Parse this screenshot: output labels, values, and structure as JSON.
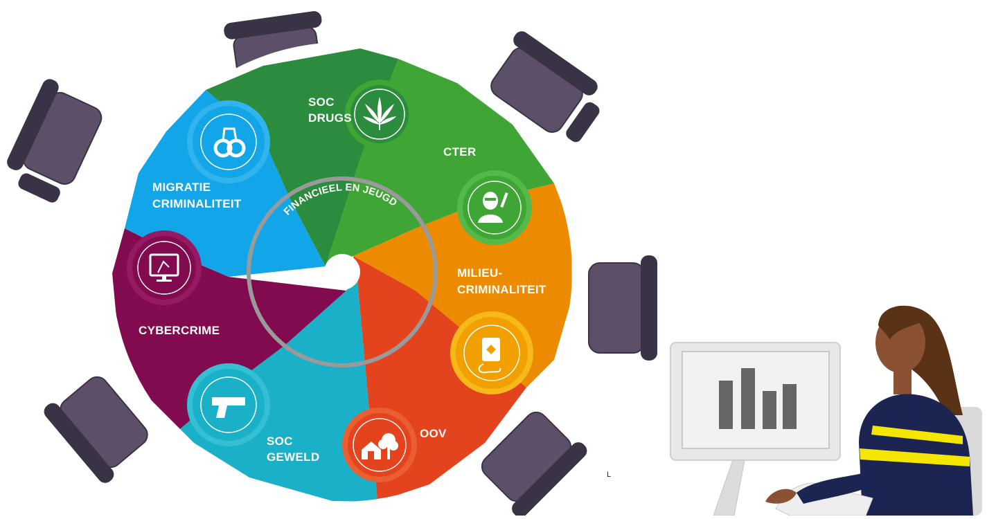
{
  "diagram": {
    "center_label": "FINANCIEEL EN JEUGD",
    "segments": [
      {
        "id": "soc-drugs",
        "lines": [
          "SOC",
          "DRUGS"
        ],
        "color": "#2a8c3c",
        "icon": "cannabis-leaf-icon"
      },
      {
        "id": "cter",
        "lines": [
          "CTER"
        ],
        "color": "#3fa535",
        "icon": "masked-person-icon"
      },
      {
        "id": "milieu",
        "lines": [
          "MILIEU-",
          "CRIMINALITEIT"
        ],
        "color": "#ed8b00",
        "icon": "oil-barrel-icon"
      },
      {
        "id": "oov",
        "lines": [
          "OOV"
        ],
        "color": "#e4441d",
        "icon": "house-tree-icon"
      },
      {
        "id": "soc-geweld",
        "lines": [
          "SOC",
          "GEWELD"
        ],
        "color": "#1ab0c8",
        "icon": "handgun-icon"
      },
      {
        "id": "cybercrime",
        "lines": [
          "CYBERCRIME"
        ],
        "color": "#820b4f",
        "icon": "computer-monitor-icon"
      },
      {
        "id": "migratie",
        "lines": [
          "MIGRATIE",
          "CRIMINALITEIT"
        ],
        "color": "#12a6e8",
        "icon": "handcuffs-icon"
      }
    ],
    "colors": {
      "ring": "#9a9a9a",
      "chair": "#5c5068",
      "chair_dark": "#3a3245",
      "monitor": "#e8e8e8",
      "bars": "#666666",
      "uniform": "#1c2452",
      "stripe": "#f5e600",
      "skin": "#8a5232",
      "hair": "#5a3317"
    }
  },
  "stray_text": "L"
}
